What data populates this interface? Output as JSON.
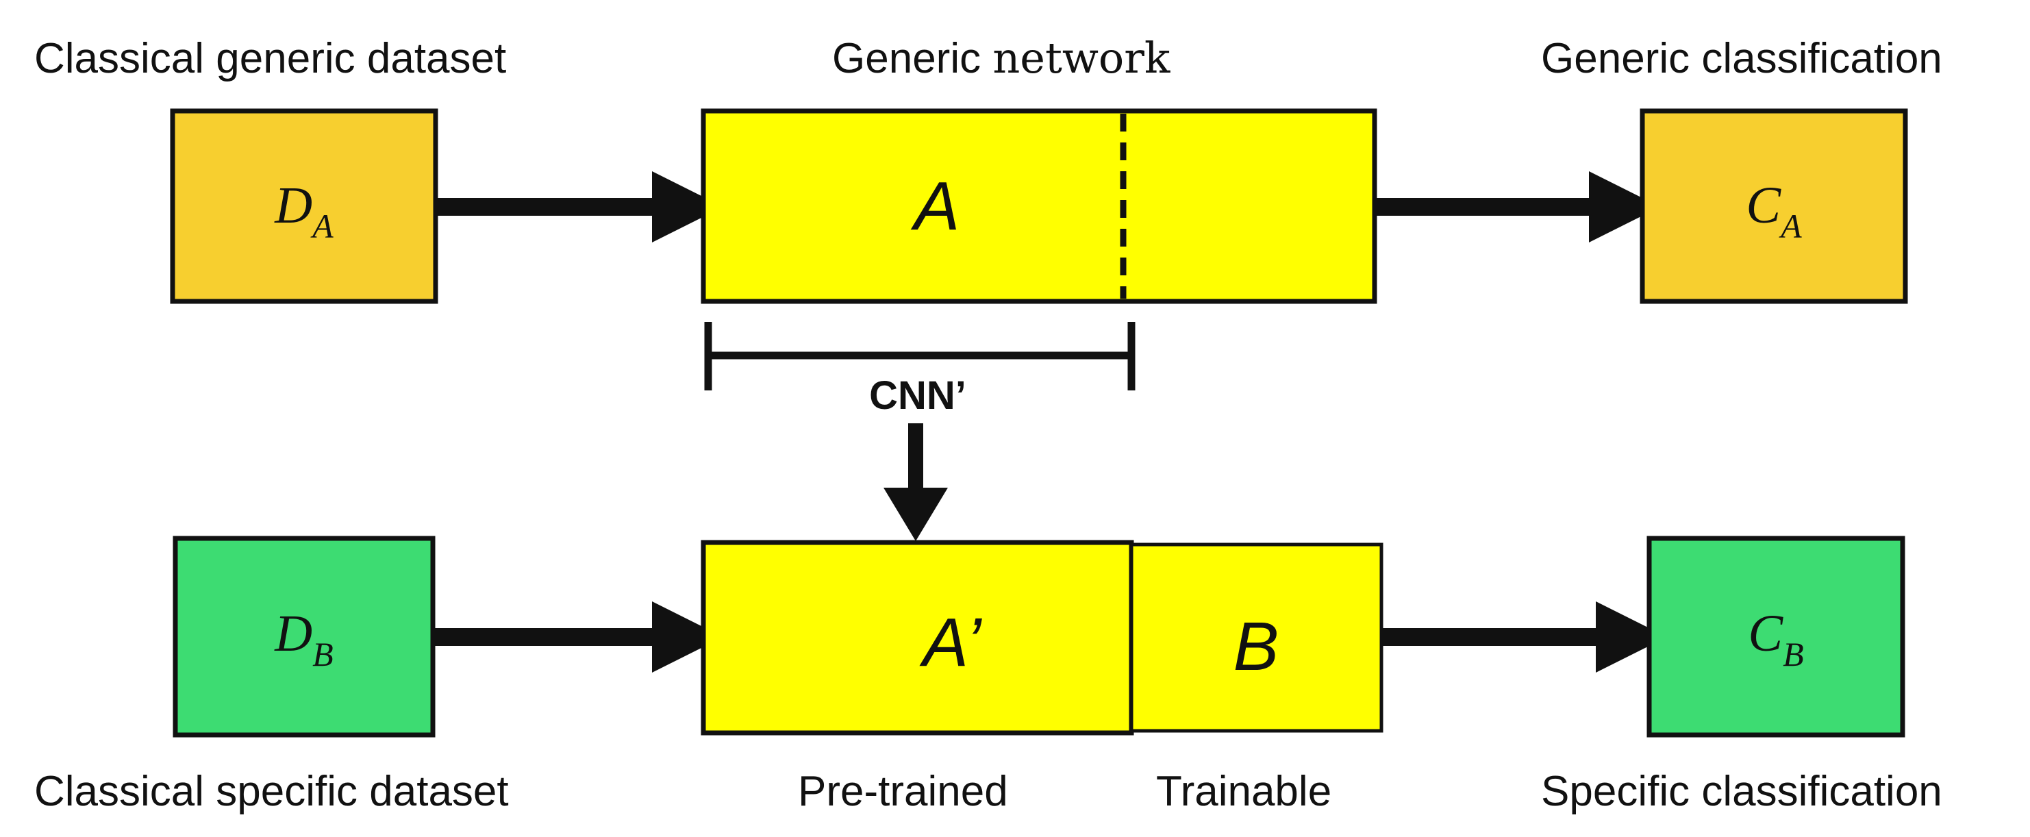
{
  "colors": {
    "generic_box": "#F7CF2F",
    "network_box": "#FFFF00",
    "specific_box": "#3DDC72",
    "stroke": "#111111",
    "background": "#FFFFFF"
  },
  "top_row": {
    "dataset_label": "Classical generic dataset",
    "network_label_sans": "Generic ",
    "network_label_serif": "network",
    "classification_label": "Generic classification",
    "dataset_symbol": {
      "base": "D",
      "sub": "A"
    },
    "network_symbol": "A",
    "classification_symbol": {
      "base": "C",
      "sub": "A"
    }
  },
  "transfer": {
    "label": "CNN’"
  },
  "bottom_row": {
    "dataset_label": "Classical specific dataset",
    "pretrained_label": "Pre-trained",
    "trainable_label": "Trainable",
    "classification_label": "Specific classification",
    "dataset_symbol": {
      "base": "D",
      "sub": "B"
    },
    "pretrained_symbol": "A’",
    "trainable_symbol": "B",
    "classification_symbol": {
      "base": "C",
      "sub": "B"
    }
  }
}
